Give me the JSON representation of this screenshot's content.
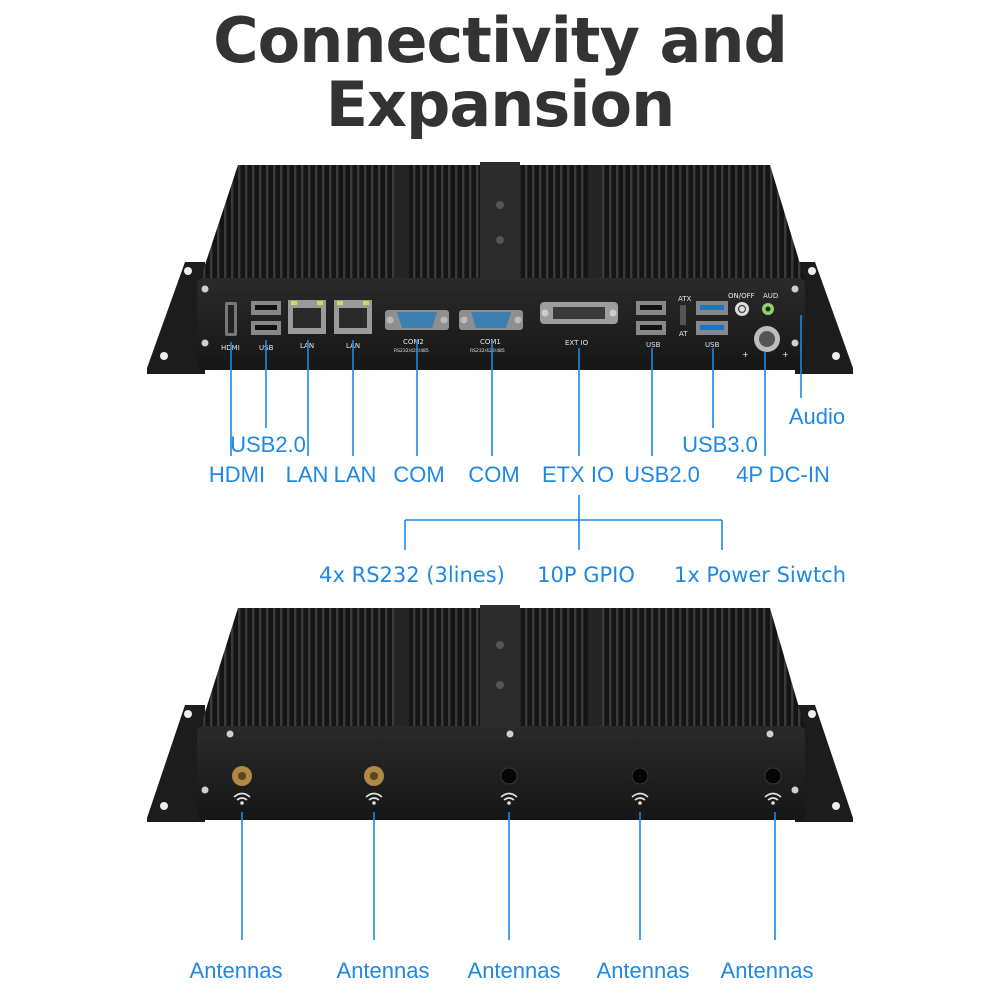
{
  "title": {
    "line1": "Connectivity and",
    "line2": "Expansion"
  },
  "front_panel": {
    "port_silkscreen": {
      "hdmi": "HDMI",
      "usb_left": "USB",
      "lan1": "LAN",
      "lan2": "LAN",
      "com2": "COM2",
      "com2_sub": "RS232/422/485",
      "com1": "COM1",
      "com1_sub": "RS232/422/485",
      "ext_io": "EXT IO",
      "usb_mid": "USB",
      "usb_right": "USB",
      "atx": "ATX",
      "at": "AT",
      "on_off": "ON/OFF",
      "aud": "AUD",
      "plus_left": "+",
      "plus_right": "+"
    },
    "callouts": {
      "usb20_left": "USB2.0",
      "hdmi": "HDMI",
      "lan1": "LAN",
      "lan2": "LAN",
      "com2": "COM",
      "com1": "COM",
      "etx_io": "ETX IO",
      "usb20_right": "USB2.0",
      "usb30": "USB3.0",
      "dc_in": "4P DC-IN",
      "audio": "Audio"
    },
    "ext_io_breakout": {
      "rs232": "4x RS232 (3lines)",
      "gpio": "10P GPIO",
      "power_switch": "1x Power Siwtch"
    }
  },
  "rear_panel": {
    "antennas": [
      "Antennas",
      "Antennas",
      "Antennas",
      "Antennas",
      "Antennas"
    ]
  },
  "colors": {
    "accent": "#1e88e5",
    "title": "#333333",
    "chassis": "#1a1a1a"
  }
}
